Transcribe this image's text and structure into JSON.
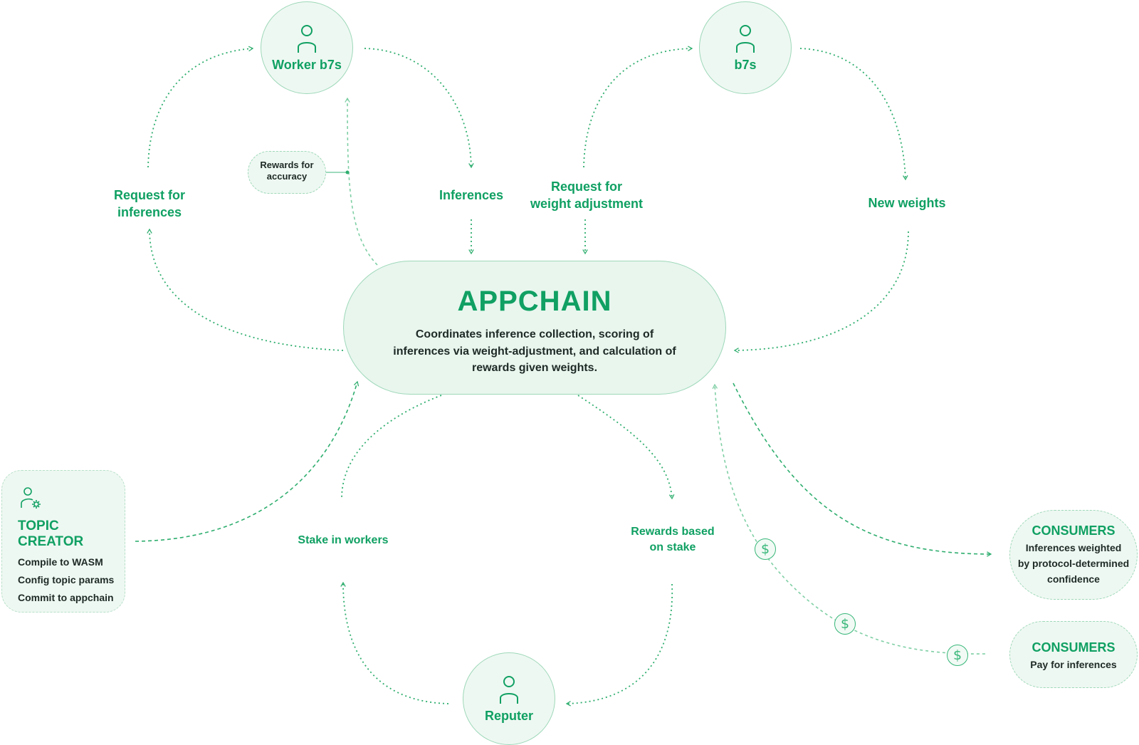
{
  "appchain": {
    "title": "APPCHAIN",
    "description": "Coordinates inference collection, scoring of inferences via weight-adjustment, and calculation of rewards given weights."
  },
  "nodes": {
    "worker": "Worker b7s",
    "b7s": "b7s",
    "reputer": "Reputer"
  },
  "flows": {
    "request_inferences_1": "Request for",
    "request_inferences_2": "inferences",
    "inferences": "Inferences",
    "request_weight_1": "Request for",
    "request_weight_2": "weight adjustment",
    "new_weights": "New weights",
    "stake_in_workers": "Stake in workers",
    "rewards_stake_1": "Rewards based",
    "rewards_stake_2": "on stake",
    "rewards_accuracy_1": "Rewards for",
    "rewards_accuracy_2": "accuracy"
  },
  "topic_creator": {
    "title": "TOPIC CREATOR",
    "items": [
      "Compile to WASM",
      "Config topic params",
      "Commit to appchain"
    ]
  },
  "consumers": [
    {
      "title": "CONSUMERS",
      "desc_lines": [
        "Inferences weighted",
        "by protocol-determined",
        "confidence"
      ]
    },
    {
      "title": "CONSUMERS",
      "desc_lines": [
        "Pay for inferences"
      ]
    }
  ],
  "payment_symbol": "$",
  "icons": [
    "person-icon",
    "person-gear-icon",
    "dollar-icon"
  ],
  "colors": {
    "accent": "#10a063",
    "line": "#2fae6f",
    "fill": "#eef8f2",
    "border": "#9ed8b9"
  }
}
